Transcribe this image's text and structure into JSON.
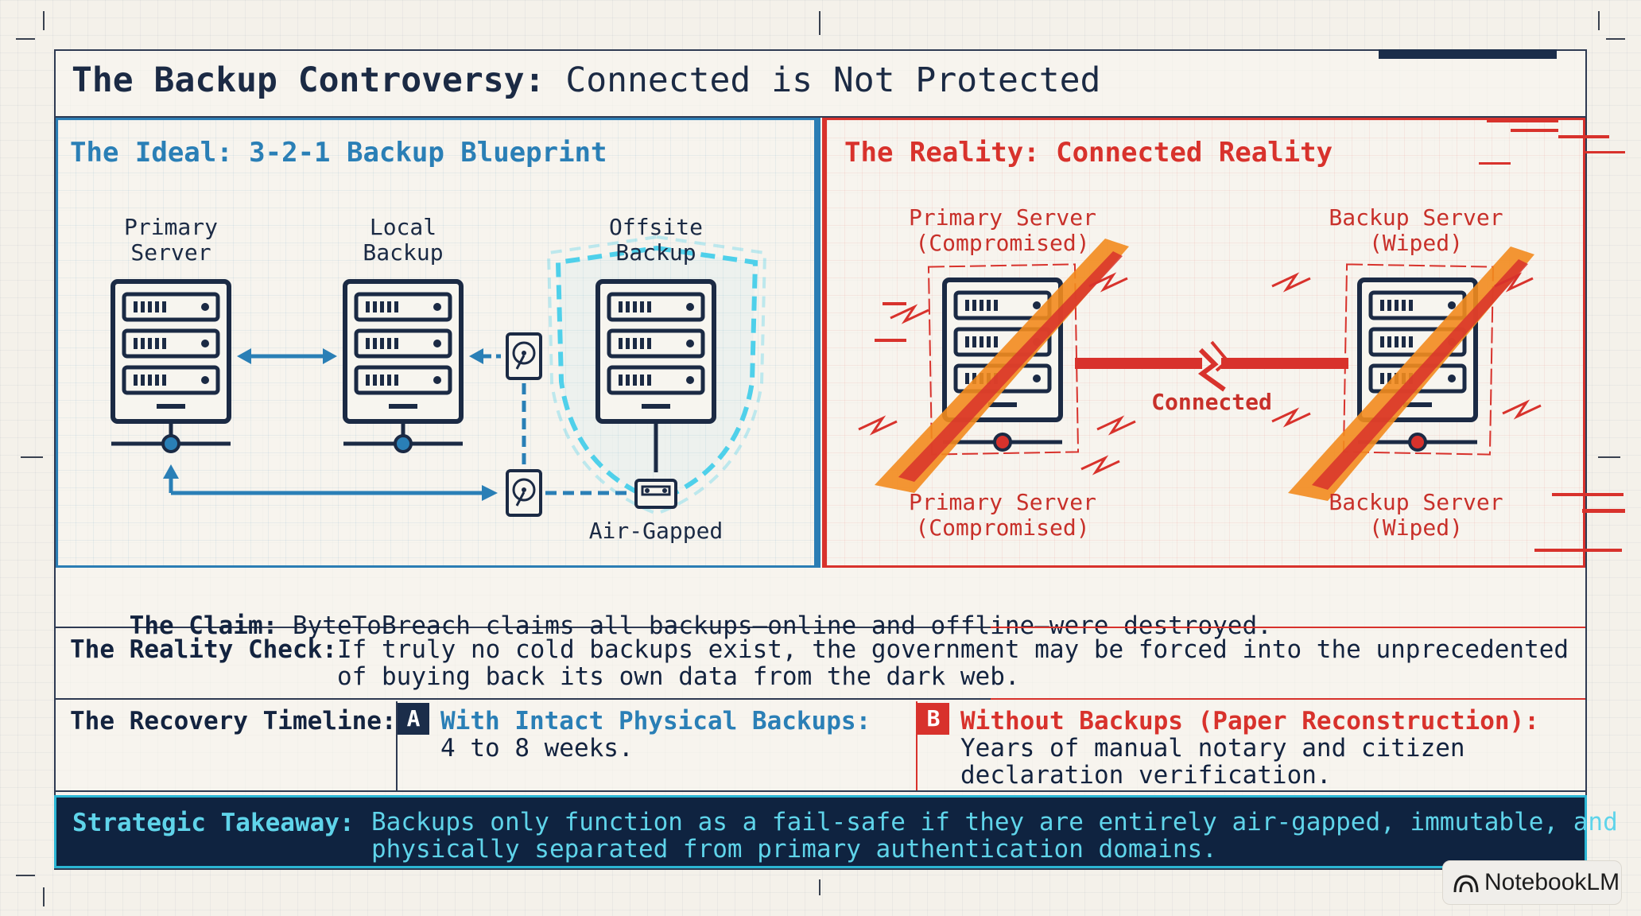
{
  "title": {
    "bold": "The Backup Controversy:",
    "rest": "Connected is Not Protected"
  },
  "ideal": {
    "heading": "The Ideal: 3-2-1 Backup Blueprint",
    "primary": "Primary\nServer",
    "local": "Local\nBackup",
    "offsite": "Offsite\nBackup",
    "airgap": "Air-Gapped"
  },
  "reality": {
    "heading": "The Reality: Connected Reality",
    "primary_top": "Primary Server\n(Compromised)",
    "backup_top": "Backup Server\n(Wiped)",
    "connected": "Connected",
    "primary_bottom": "Primary Server\n(Compromised)",
    "backup_bottom": "Backup Server\n(Wiped)"
  },
  "claim": {
    "label": "The Claim:",
    "text": "ByteToBreach claims all backups—online and offline—were destroyed."
  },
  "check": {
    "label": "The Reality Check:",
    "text": "If truly no cold backups exist, the government may be forced into the unprecedented\nof buying back its own data from the dark web."
  },
  "timeline": {
    "label": "The Recovery Timeline:",
    "a": {
      "badge": "A",
      "title": "With Intact Physical Backups:",
      "text": "4 to 8 weeks."
    },
    "b": {
      "badge": "B",
      "title": "Without Backups (Paper Reconstruction):",
      "text": "Years of manual notary and citizen\ndeclaration verification."
    }
  },
  "takeaway": {
    "label": "Strategic Takeaway:",
    "text": "Backups only function as a fail-safe if they are entirely air-gapped, immutable, and\nphysically separated from primary authentication domains."
  },
  "brand": "NotebookLM",
  "colors": {
    "navy": "#1b2a44",
    "blue": "#2a7fb6",
    "red": "#d8322c",
    "cyan": "#5fd4ea",
    "orange": "#f28b1e"
  }
}
